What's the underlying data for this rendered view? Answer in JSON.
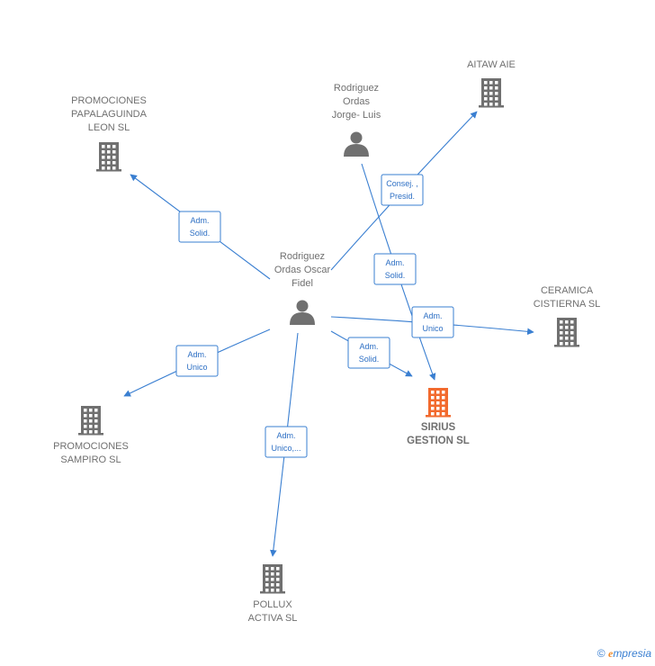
{
  "nodes": [
    {
      "id": "fidel",
      "type": "person",
      "label": [
        "Rodriguez",
        "Ordas Oscar",
        "Fidel"
      ]
    },
    {
      "id": "jorge",
      "type": "person",
      "label": [
        "Rodriguez",
        "Ordas",
        "Jorge- Luis"
      ]
    },
    {
      "id": "papalaguinda",
      "type": "company",
      "label": [
        "PROMOCIONES",
        "PAPALAGUINDA",
        "LEON  SL"
      ]
    },
    {
      "id": "aitaw",
      "type": "company",
      "label": [
        "AITAW  AIE"
      ]
    },
    {
      "id": "cerámica",
      "type": "company",
      "label": [
        "CERAMICA",
        "CISTIERNA SL"
      ]
    },
    {
      "id": "sirius",
      "type": "company-main",
      "label": [
        "SIRIUS",
        "GESTION  SL"
      ]
    },
    {
      "id": "sampiro",
      "type": "company",
      "label": [
        "PROMOCIONES",
        "SAMPIRO  SL"
      ]
    },
    {
      "id": "pollux",
      "type": "company",
      "label": [
        "POLLUX",
        "ACTIVA  SL"
      ]
    }
  ],
  "edges": [
    {
      "from": "fidel",
      "to": "papalaguinda",
      "label": [
        "Adm.",
        "Solid."
      ]
    },
    {
      "from": "fidel",
      "to": "aitaw",
      "label": [
        "Consej. ,",
        "Presid."
      ]
    },
    {
      "from": "jorge",
      "to": "sirius",
      "label": [
        "Adm.",
        "Solid."
      ]
    },
    {
      "from": "fidel",
      "to": "cerámica",
      "label": [
        "Adm.",
        "Unico"
      ]
    },
    {
      "from": "fidel",
      "to": "sirius",
      "label": [
        "Adm.",
        "Solid."
      ]
    },
    {
      "from": "fidel",
      "to": "sampiro",
      "label": [
        "Adm.",
        "Unico"
      ]
    },
    {
      "from": "fidel",
      "to": "pollux",
      "label": [
        "Adm.",
        "Unico,..."
      ]
    }
  ],
  "colors": {
    "edge": "#3a7fd1",
    "icon": "#707070",
    "main_icon": "#f26a2e"
  },
  "footer": {
    "copyright": "©",
    "brand_first": "e",
    "brand_rest": "mpresia"
  }
}
